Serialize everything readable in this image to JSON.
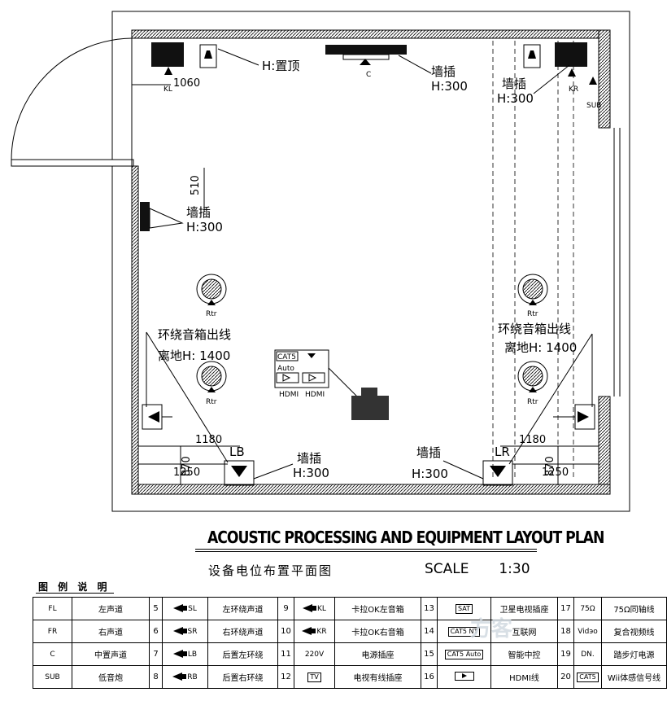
{
  "plan": {
    "labels": {
      "ceiling": "H:置顶",
      "wall_socket": "墙插",
      "h300": "H:300",
      "surround_out": "环绕音箱出线",
      "ground_height": "离地H: 1400",
      "hdmi": "HDMI",
      "cat5": "CAT5",
      "auto": "Auto"
    },
    "speaker_tags": {
      "kl": "KL",
      "kr": "KR",
      "sub": "SUB",
      "c": "C",
      "rtr": "Rtr",
      "lb": "LB",
      "rb": "LR",
      "sl": "SL",
      "sr": "SR"
    },
    "dims": {
      "d1060": "1060",
      "d510": "510",
      "d1180": "1180",
      "d870": "870",
      "d1250": "1250"
    }
  },
  "title": {
    "main": "ACOUSTIC PROCESSING AND EQUIPMENT LAYOUT PLAN",
    "sub": "设备电位布置平面图",
    "scale_label": "SCALE",
    "scale_value": "1:30"
  },
  "legend": {
    "heading": "图 例 说 明",
    "rows": [
      [
        {
          "sym": "FL",
          "text": "左声道"
        },
        {
          "no": "5",
          "sym": "SL",
          "text": "左环绕声道"
        },
        {
          "no": "9",
          "sym": "KL",
          "text": "卡拉OK左音箱"
        },
        {
          "no": "13",
          "sym": "SAT",
          "text": "卫星电视插座"
        },
        {
          "no": "17",
          "sym": "75Ω",
          "text": "75Ω同轴线"
        }
      ],
      [
        {
          "sym": "FR",
          "text": "右声道"
        },
        {
          "no": "6",
          "sym": "SR",
          "text": "右环绕声道"
        },
        {
          "no": "10",
          "sym": "KR",
          "text": "卡拉OK右音箱"
        },
        {
          "no": "14",
          "sym": "CAT5 NT",
          "text": "互联网"
        },
        {
          "no": "18",
          "sym": "Vidэo",
          "text": "复合视频线"
        }
      ],
      [
        {
          "sym": "C",
          "text": "中置声道"
        },
        {
          "no": "7",
          "sym": "LB",
          "text": "后置左环绕"
        },
        {
          "no": "11",
          "sym": "220V",
          "text": "电源插座"
        },
        {
          "no": "15",
          "sym": "CAT5 Auto",
          "text": "智能中控"
        },
        {
          "no": "19",
          "sym": "DN.",
          "text": "踏步灯电源"
        }
      ],
      [
        {
          "sym": "SUB",
          "text": "低音炮"
        },
        {
          "no": "8",
          "sym": "RB",
          "text": "后置右环绕"
        },
        {
          "no": "12",
          "sym": "TV",
          "text": "电视有线插座"
        },
        {
          "no": "16",
          "sym": "",
          "text": "HDMI线"
        },
        {
          "no": "20",
          "sym": "CAT5",
          "text": "Wii体感信号线"
        }
      ]
    ]
  },
  "watermark": "方客"
}
